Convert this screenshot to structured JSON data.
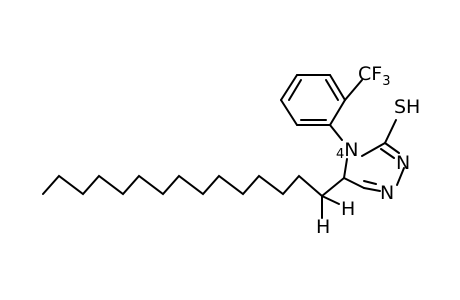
{
  "molecule": {
    "labels": {
      "sh": "SH",
      "n4": "N",
      "n4_num": "4",
      "n1": "N",
      "n2": "N",
      "cf3_c": "CF",
      "cf3_sub": "3",
      "h_right": "H",
      "h_down": "H"
    },
    "colors": {
      "bond": "#000000",
      "text": "#000000",
      "background": "#ffffff"
    }
  }
}
